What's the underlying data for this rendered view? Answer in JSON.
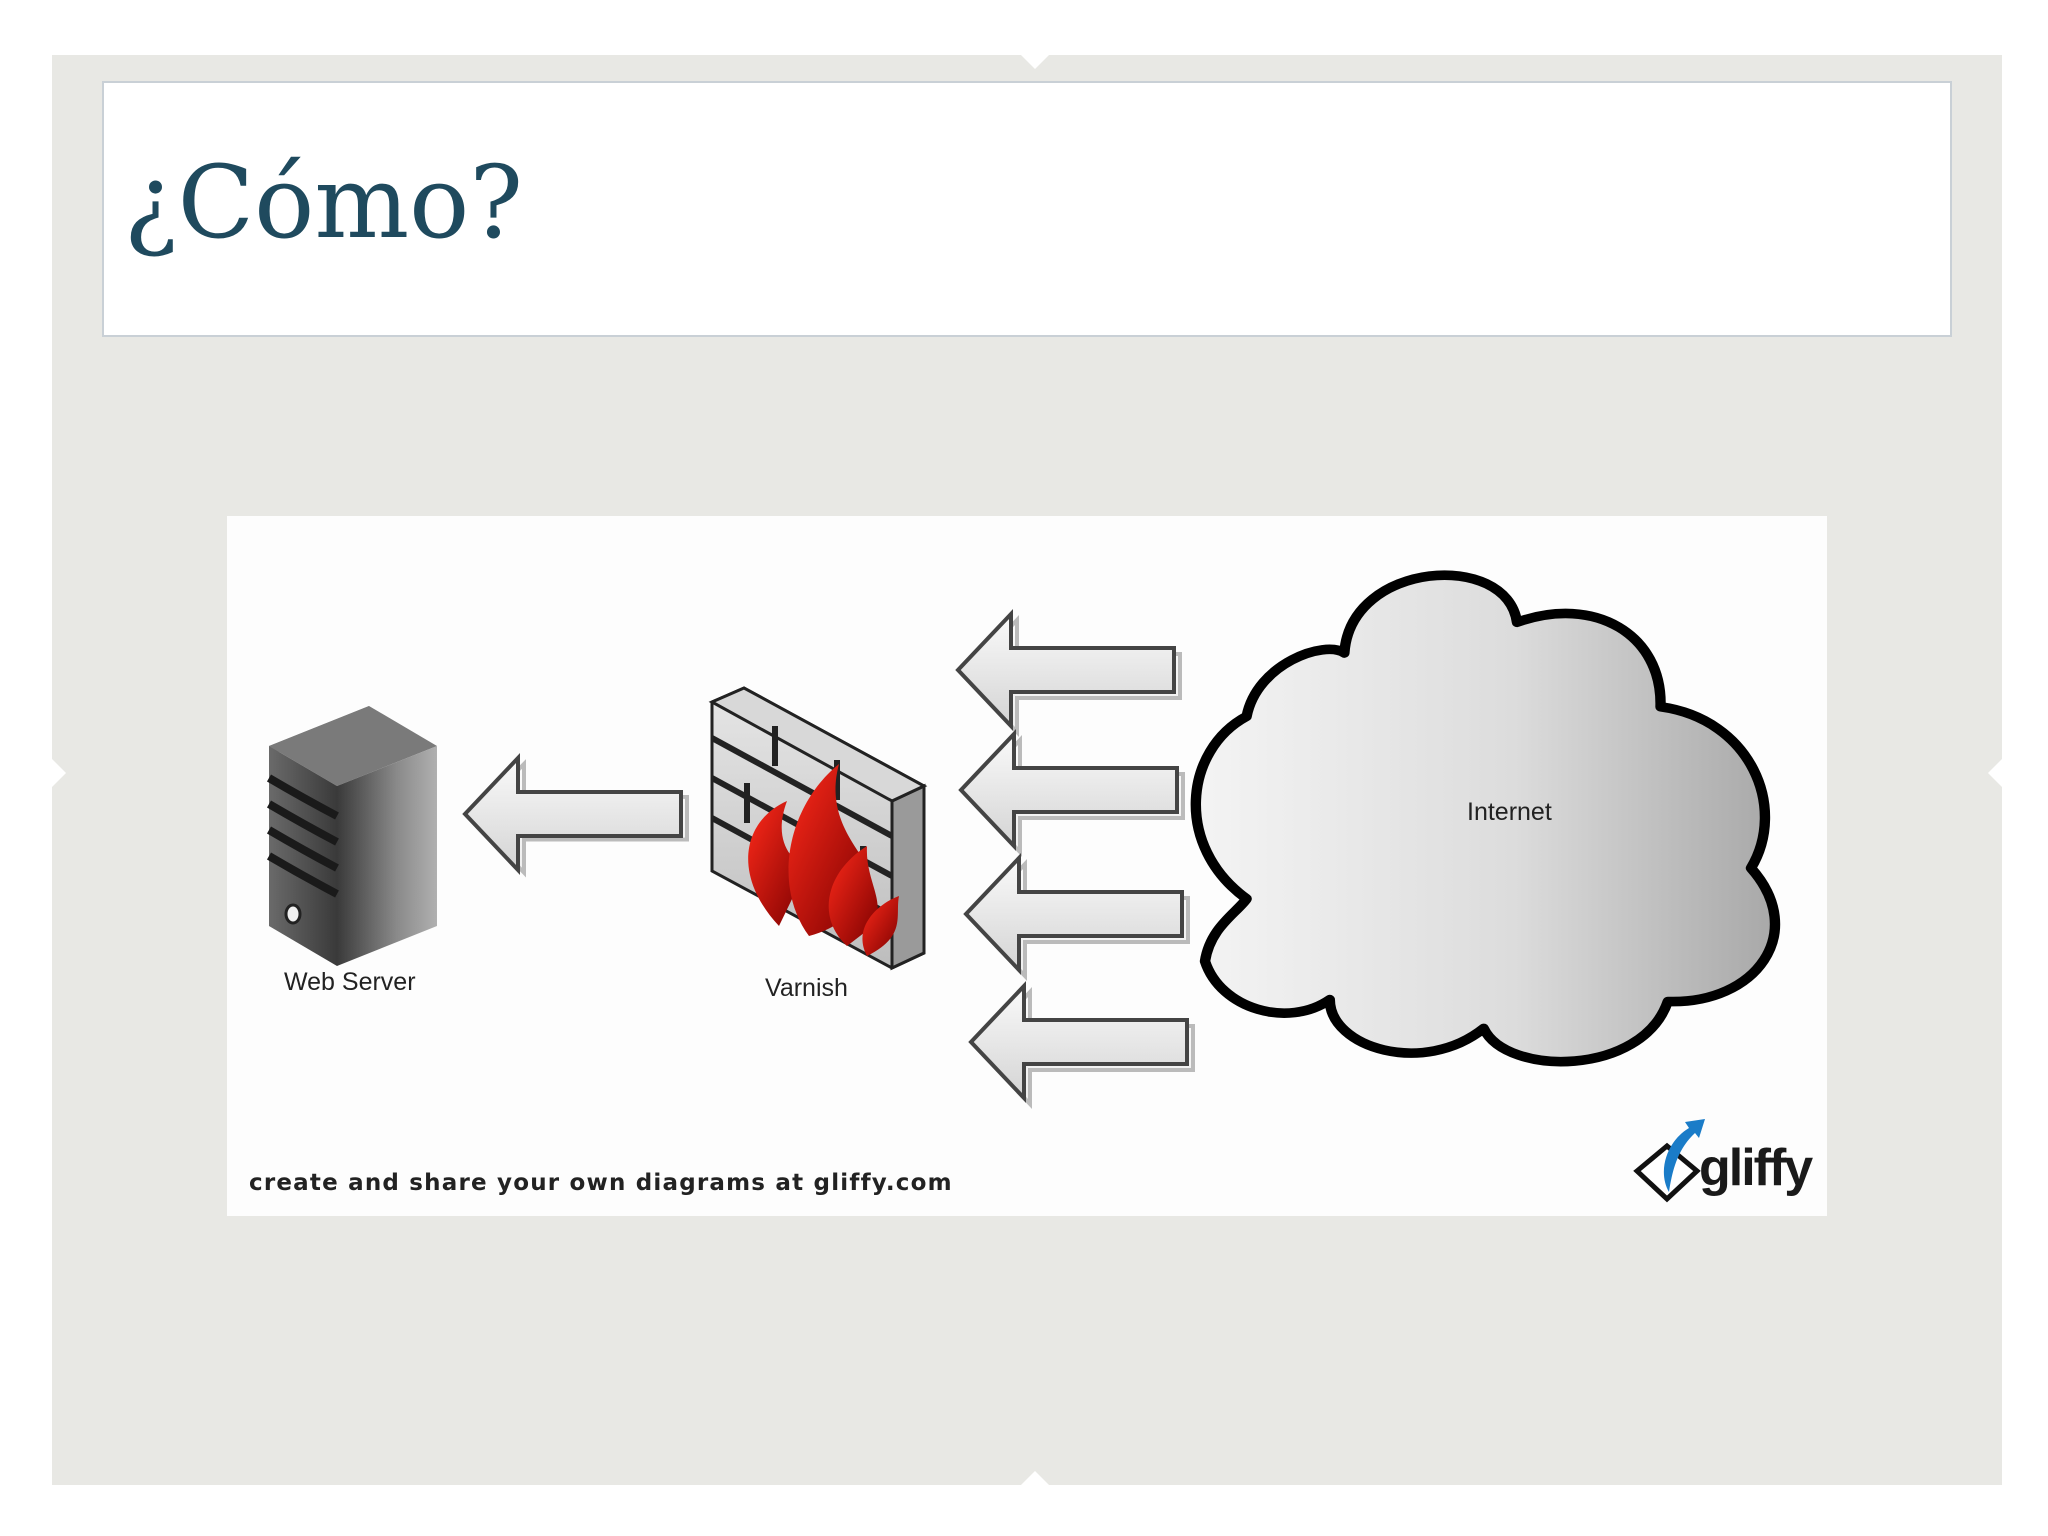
{
  "slide": {
    "title": "¿Cómo?"
  },
  "diagram": {
    "nodes": {
      "web_server": "Web Server",
      "varnish": "Varnish",
      "internet": "Internet"
    },
    "footer_text": "create and share your own diagrams at gliffy.com",
    "brand_logo_text": "gliffy",
    "colors": {
      "title": "#1f4a5e",
      "slide_background": "#e8e8e4",
      "flame": "#c40000"
    }
  }
}
